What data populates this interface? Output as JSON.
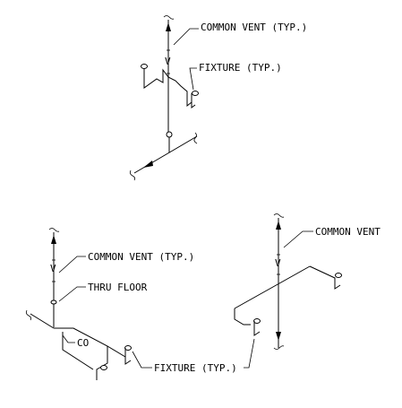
{
  "labels": {
    "common_vent_typ_top": "COMMON VENT (TYP.)",
    "fixture_typ_top": "FIXTURE (TYP.)",
    "vent_marker_top": "V",
    "common_vent_typ_left": "COMMON VENT (TYP.)",
    "thru_floor": "THRU FLOOR",
    "vent_marker_left": "V",
    "cleanout": "CO",
    "fixture_typ_bottom": "FIXTURE (TYP.)",
    "common_vent_right": "COMMON VENT",
    "vent_marker_right": "V"
  },
  "icons": [
    "break-symbol-icon",
    "flow-arrow-icon",
    "fixture-outlet-icon"
  ]
}
